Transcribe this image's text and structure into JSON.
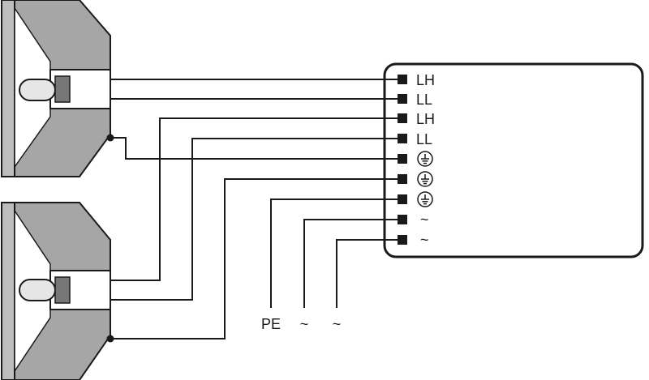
{
  "diagram": {
    "terminals": [
      {
        "label": "LH",
        "kind": "text"
      },
      {
        "label": "LL",
        "kind": "text"
      },
      {
        "label": "LH",
        "kind": "text"
      },
      {
        "label": "LL",
        "kind": "text"
      },
      {
        "label": "",
        "kind": "earth-icon"
      },
      {
        "label": "",
        "kind": "earth-icon"
      },
      {
        "label": "",
        "kind": "earth-icon"
      },
      {
        "label": "~",
        "kind": "text"
      },
      {
        "label": "~",
        "kind": "text"
      }
    ],
    "supply_labels": {
      "pe": "PE",
      "line1": "~",
      "line2": "~"
    },
    "colors": {
      "reflector": "#a6a6a6",
      "reflector_dark": "#8a8a8a",
      "wire": "#1a1a1a",
      "lamp": "#e6e6e6",
      "socket": "#777777"
    },
    "icons": {
      "lamp_top": "lamp-reflector-icon",
      "lamp_bottom": "lamp-reflector-icon",
      "earth": "earth-ground-icon"
    }
  }
}
